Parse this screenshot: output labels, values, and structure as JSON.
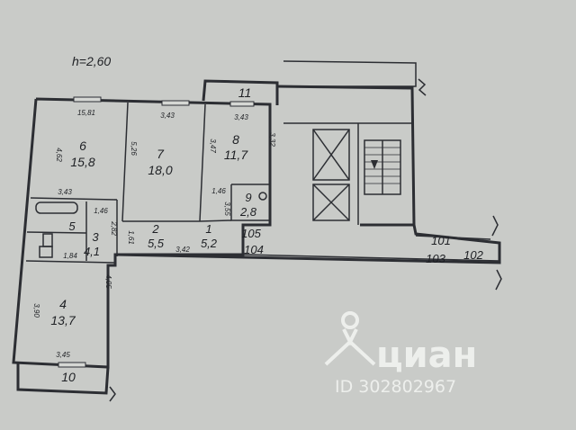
{
  "plan": {
    "ceiling_height": "h=2,60",
    "rooms": [
      {
        "id": "room-6",
        "num": "6",
        "area": "15,8"
      },
      {
        "id": "room-7",
        "num": "7",
        "area": "18,0"
      },
      {
        "id": "room-8",
        "num": "8",
        "area": "11,7"
      },
      {
        "id": "room-9",
        "num": "9",
        "area": "2,8"
      },
      {
        "id": "room-5",
        "num": "5"
      },
      {
        "id": "room-3",
        "num": "3",
        "area": "4,1"
      },
      {
        "id": "room-2",
        "num": "2",
        "area": "5,5"
      },
      {
        "id": "room-1",
        "num": "1",
        "area": "5,2"
      },
      {
        "id": "room-4",
        "num": "4",
        "area": "13,7"
      }
    ],
    "other_labels": [
      "11",
      "10",
      "105",
      "104",
      "101",
      "103",
      "102"
    ],
    "dimensions": [
      "15,81",
      "3,43",
      "3,43",
      "4,62",
      "5,26",
      "3,47",
      "3,32",
      "3,43",
      "1,46",
      "1,46",
      "3,55",
      "2,82",
      "1,61",
      "3,42",
      "1,84",
      "4,05",
      "3,90",
      "3,45"
    ]
  },
  "watermark": {
    "brand": "циан",
    "id_text": "ID 302802967"
  },
  "colors": {
    "paper": "#c9cbc8",
    "ink": "#2c2e33",
    "watermark": "#f2f3f1"
  }
}
